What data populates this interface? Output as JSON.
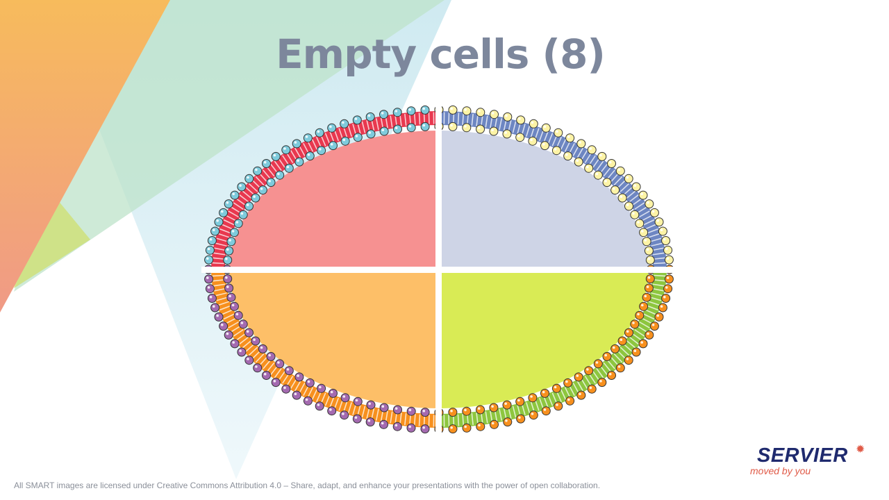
{
  "slide": {
    "title": "Empty cells (8)",
    "footer": "All SMART images are licensed under Creative Commons Attribution 4.0 – Share, adapt, and enhance your presentations with the power of open collaboration."
  },
  "logo": {
    "wordmark": "SERVIER",
    "tagline": "moved by you"
  },
  "icons": {
    "logo_star": "asterisk-star-icon"
  },
  "colors": {
    "title": "#7d879c",
    "top_left": {
      "fill": "#f69191",
      "tail": "#e8384f",
      "head": "#7ecbdc"
    },
    "top_right": {
      "fill": "#ced4e6",
      "tail": "#6d86c2",
      "head": "#fdf3a6"
    },
    "bottom_left": {
      "fill": "#fdbf68",
      "tail": "#f7901e",
      "head": "#a46ab0"
    },
    "bottom_right": {
      "fill": "#d9eb55",
      "tail": "#8dc63f",
      "head": "#f7901e"
    }
  }
}
